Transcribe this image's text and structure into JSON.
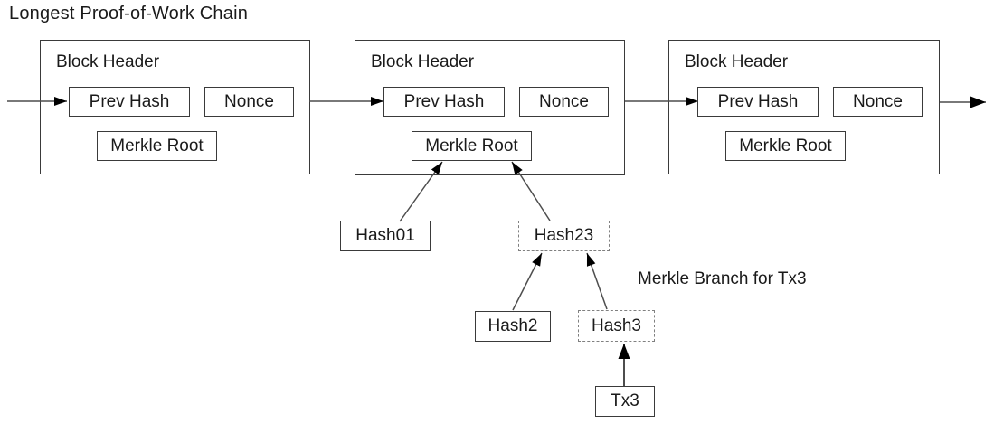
{
  "title": "Longest Proof-of-Work Chain",
  "annotation": "Merkle Branch for Tx3",
  "blocks": [
    {
      "name": "Block Header",
      "prev_hash": "Prev Hash",
      "nonce": "Nonce",
      "merkle_root": "Merkle Root"
    },
    {
      "name": "Block Header",
      "prev_hash": "Prev Hash",
      "nonce": "Nonce",
      "merkle_root": "Merkle Root"
    },
    {
      "name": "Block Header",
      "prev_hash": "Prev Hash",
      "nonce": "Nonce",
      "merkle_root": "Merkle Root"
    }
  ],
  "merkle_tree": {
    "hash01": "Hash01",
    "hash23": "Hash23",
    "hash2": "Hash2",
    "hash3": "Hash3",
    "tx3": "Tx3"
  },
  "colors": {
    "box_border": "#3a3a3a",
    "line": "#4d4d4d",
    "arrowhead": "#000000",
    "text": "#1a1a1a",
    "background": "#ffffff"
  }
}
